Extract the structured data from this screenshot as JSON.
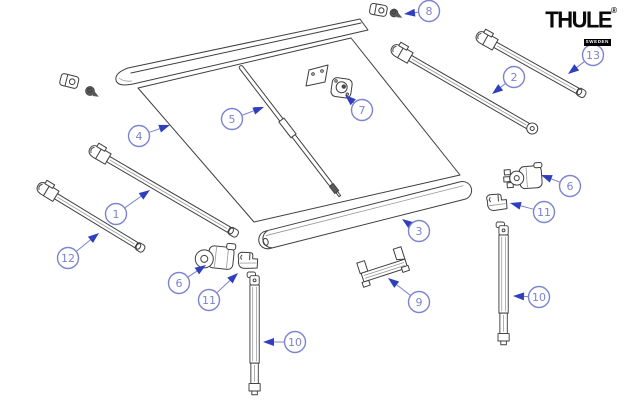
{
  "logo": {
    "brand": "THULE",
    "registered": "®",
    "badge": "SWEDEN"
  },
  "colors": {
    "background": "#ffffff",
    "line": "#3f3f3f",
    "line_light": "#969696",
    "callout": "#7b83cf",
    "arrow": "#2f3fbe",
    "logo": "#0a0a0a"
  },
  "callouts": [
    {
      "number": "1"
    },
    {
      "number": "2"
    },
    {
      "number": "3"
    },
    {
      "number": "4"
    },
    {
      "number": "5"
    },
    {
      "number": "6"
    },
    {
      "number": "6"
    },
    {
      "number": "7"
    },
    {
      "number": "8"
    },
    {
      "number": "9"
    },
    {
      "number": "10"
    },
    {
      "number": "10"
    },
    {
      "number": "11"
    },
    {
      "number": "11"
    },
    {
      "number": "12"
    },
    {
      "number": "13"
    }
  ]
}
